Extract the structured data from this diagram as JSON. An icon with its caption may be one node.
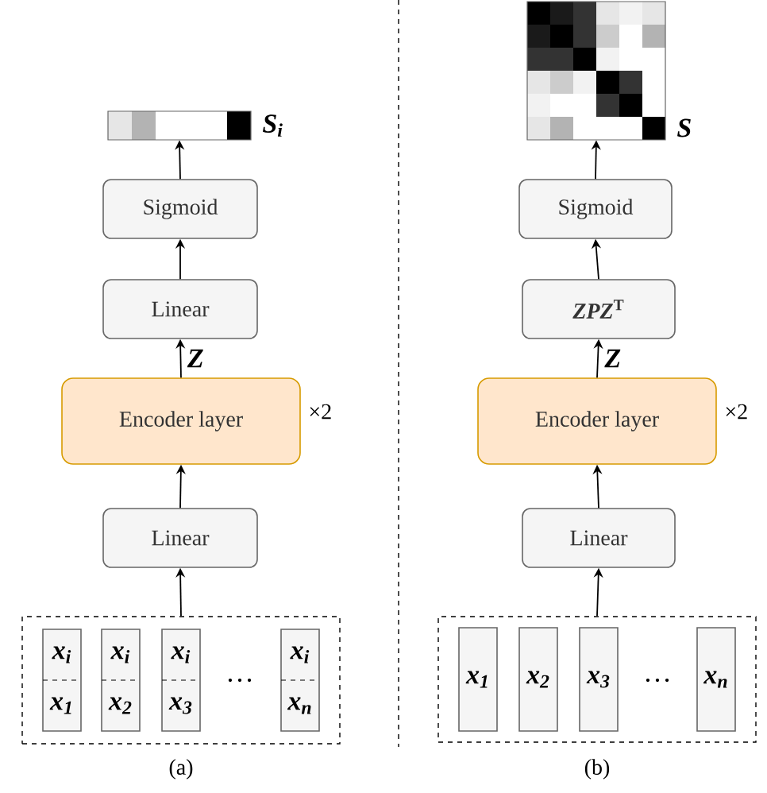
{
  "diagram": {
    "nodes": [
      {
        "text": [],
        "shape": "picture",
        "beside": [
          "S$_{i}$"
        ]
      },
      {
        "text": [
          "Sigmoid"
        ]
      },
      {
        "text": [
          "Linear"
        ]
      },
      {
        "text": [
          "Encoder layer"
        ],
        "beside": [
          "×2"
        ]
      },
      {
        "text": [
          "Linear"
        ]
      },
      {
        "text": [],
        "shape": "box"
      },
      {
        "text": [
          "x$_{i}$",
          "x$_{1}$"
        ],
        "in": 5
      },
      {
        "text": [
          "x$_{i}$",
          "x$_{2}$"
        ],
        "in": 5
      },
      {
        "text": [
          "x$_{i}$",
          "x$_{3}$"
        ],
        "in": 5
      },
      {
        "text": [
          "x$_{i}$",
          "x$_{n}$"
        ],
        "in": 5
      },
      {
        "text": [],
        "shape": "picture",
        "beside": [
          "S"
        ]
      },
      {
        "text": [
          "Sigmoid"
        ]
      },
      {
        "text": [
          "*ZPZ*$^{T}$"
        ]
      },
      {
        "text": [
          "Encoder layer"
        ],
        "beside": [
          "×2"
        ]
      },
      {
        "text": [
          "Linear"
        ]
      },
      {
        "text": [],
        "shape": "box"
      },
      {
        "text": [
          "x$_{1}$"
        ],
        "in": 15
      },
      {
        "text": [
          "x$_{2}$"
        ],
        "in": 15
      },
      {
        "text": [
          "x$_{3}$"
        ],
        "in": 15
      },
      {
        "text": [
          "x$_{n}$"
        ],
        "in": 15
      }
    ],
    "edges": [
      {
        "from": 5,
        "to": 4,
        "arrow": "to"
      },
      {
        "from": 4,
        "to": 3,
        "arrow": "to"
      },
      {
        "from": 3,
        "to": 2,
        "arrow": "to",
        "label": "Z"
      },
      {
        "from": 2,
        "to": 1,
        "arrow": "to"
      },
      {
        "from": 1,
        "to": 0,
        "arrow": "to"
      },
      {
        "from": 15,
        "to": 14,
        "arrow": "to"
      },
      {
        "from": 14,
        "to": 13,
        "arrow": "to"
      },
      {
        "from": 13,
        "to": 12,
        "arrow": "to",
        "label": "Z"
      },
      {
        "from": 12,
        "to": 11,
        "arrow": "to"
      },
      {
        "from": 11,
        "to": 10,
        "arrow": "to"
      }
    ],
    "labels": [
      "…",
      "(a)",
      "…",
      "(b)"
    ]
  }
}
